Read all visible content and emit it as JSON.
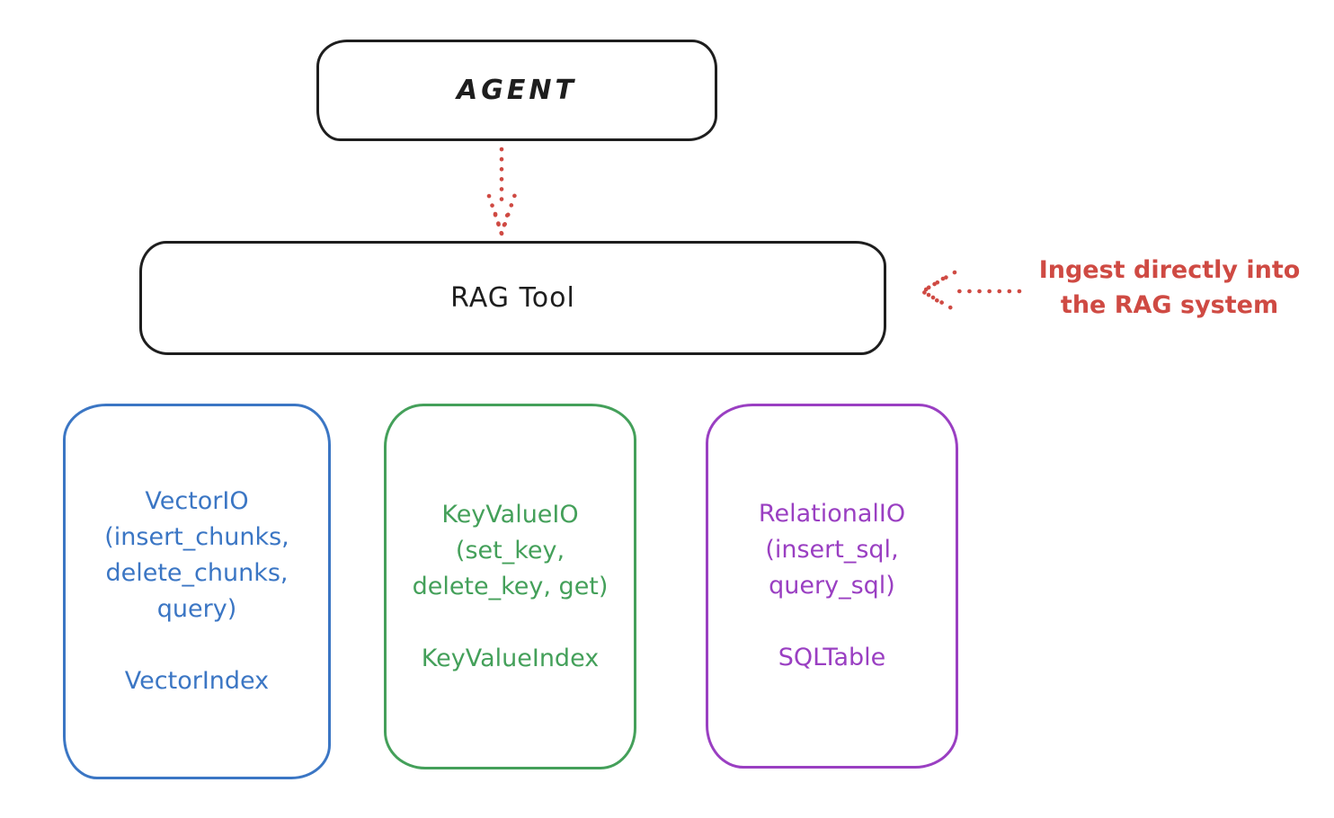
{
  "diagram": {
    "title_hint": "RAG Tool architecture sketch",
    "colors": {
      "stroke_black": "#1e1e1e",
      "red": "#cf4a43",
      "blue": "#3b76c4",
      "green": "#44a05a",
      "purple": "#9a3fc2",
      "background": "#ffffff"
    },
    "agent_box": {
      "label": "AGENT"
    },
    "rag_box": {
      "label": "RAG Tool"
    },
    "annotation": {
      "text": "Ingest directly into\nthe RAG system"
    },
    "arrows": [
      {
        "name": "agent-to-rag-dotted-arrow",
        "direction": "down",
        "color": "#cf4a43"
      },
      {
        "name": "annotation-to-rag-dotted-arrow",
        "direction": "left",
        "color": "#cf4a43"
      }
    ],
    "io_boxes": [
      {
        "id": "vector",
        "color": "#3b76c4",
        "text": "VectorIO\n(insert_chunks,\ndelete_chunks,\nquery)\n\nVectorIndex"
      },
      {
        "id": "keyvalue",
        "color": "#44a05a",
        "text": "KeyValueIO\n(set_key,\ndelete_key, get)\n\nKeyValueIndex"
      },
      {
        "id": "relational",
        "color": "#9a3fc2",
        "text": "RelationalIO\n(insert_sql,\nquery_sql)\n\nSQLTable"
      }
    ]
  }
}
